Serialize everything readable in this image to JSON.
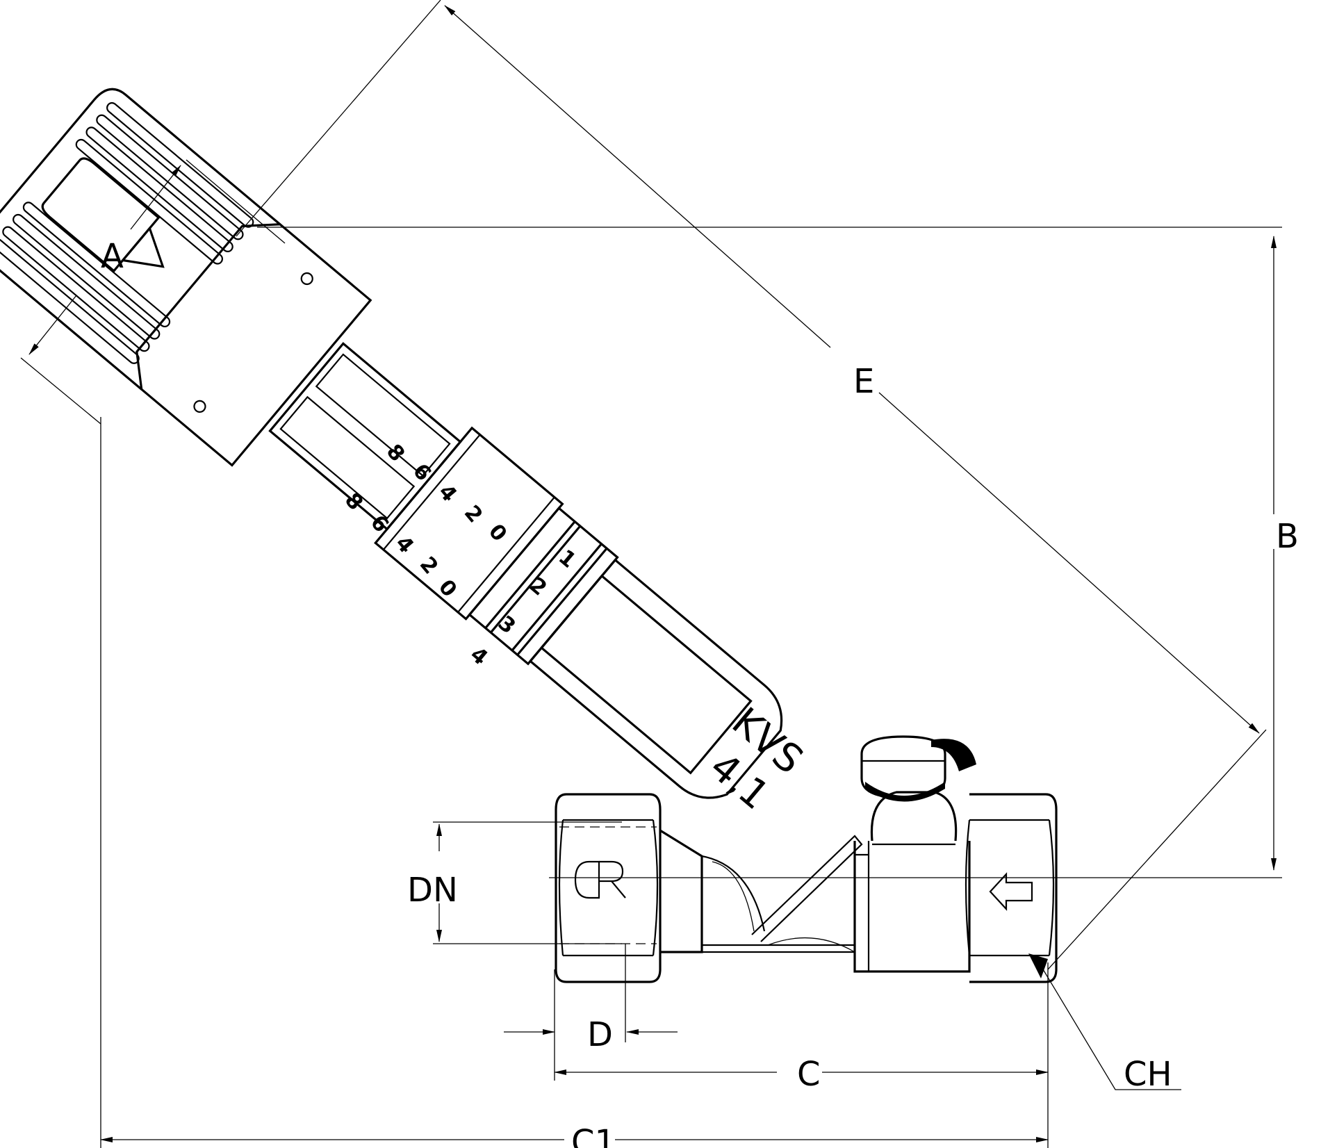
{
  "dimensions": {
    "A": "A",
    "B": "B",
    "C": "C",
    "C1": "C1",
    "D": "D",
    "DN": "DN",
    "E": "E",
    "CH": "CH"
  },
  "body_marking": {
    "line1": "KVS",
    "line2": "4,1",
    "logo": "DR"
  },
  "scale_upper": [
    "8",
    "6",
    "4",
    "2",
    "0"
  ],
  "scale_lower": [
    "8",
    "6",
    "4",
    "2",
    "0"
  ],
  "turn_scale": [
    "1",
    "2",
    "3",
    "4"
  ]
}
